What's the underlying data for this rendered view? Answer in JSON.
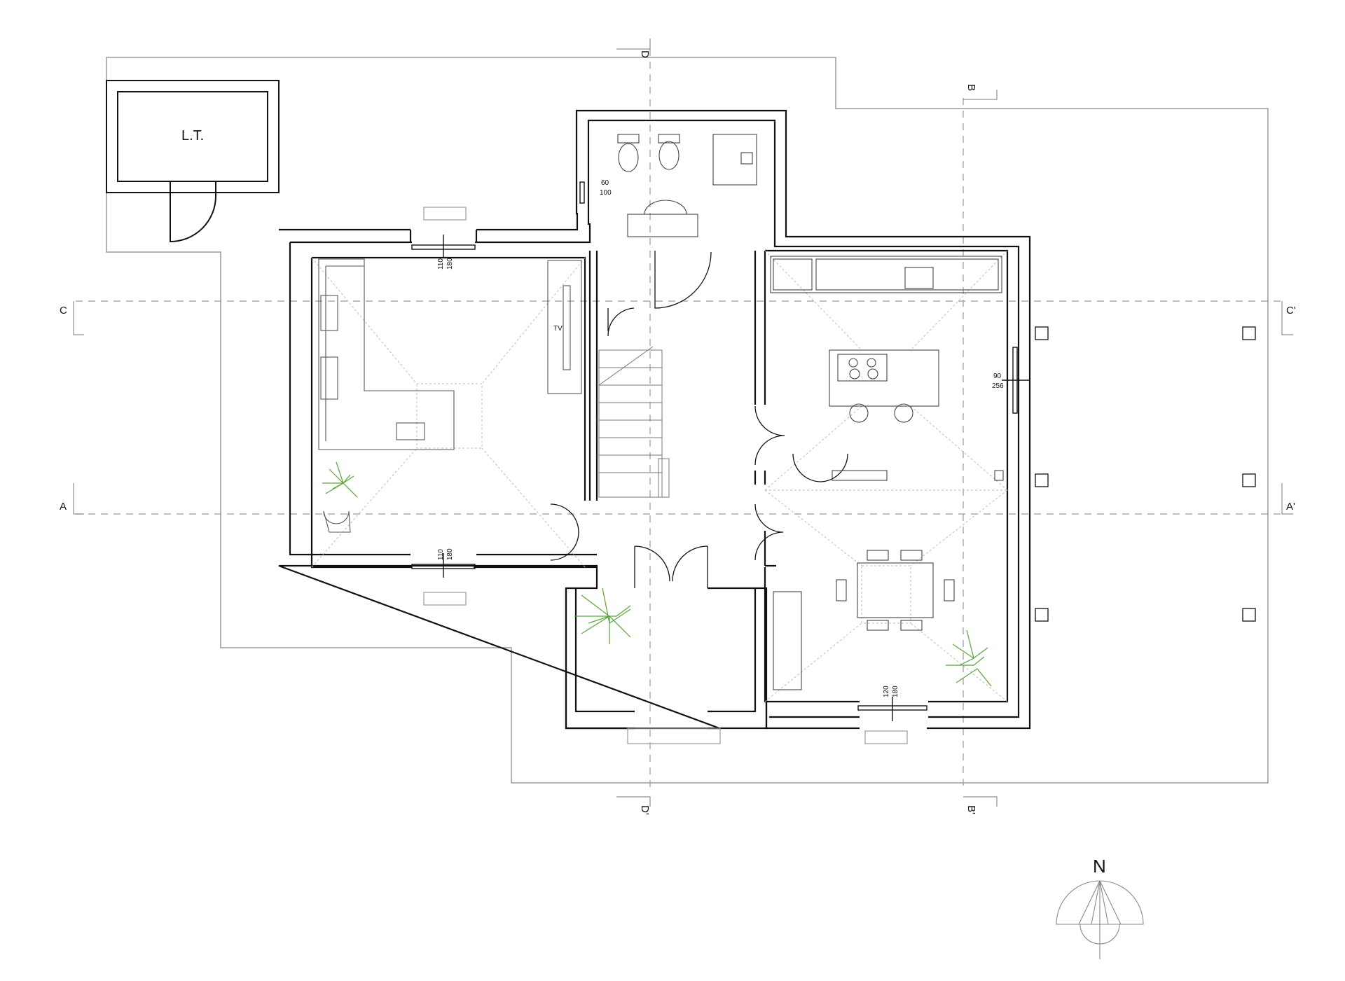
{
  "rooms": {
    "storage_label": "L.T.",
    "tv_label": "TV"
  },
  "sections": {
    "a_left": "A",
    "a_right": "A'",
    "c_left": "C",
    "c_right": "C'",
    "b_top": "B",
    "b_bottom": "B'",
    "d_top": "D",
    "d_bottom": "D'"
  },
  "windows": {
    "bath": {
      "w": "60",
      "h": "100"
    },
    "living_top": {
      "w": "110",
      "h": "180"
    },
    "living_bottom": {
      "w": "110",
      "h": "180"
    },
    "kitchen_east": {
      "w": "90",
      "h": "256"
    },
    "dining_bottom": {
      "w": "120",
      "h": "180"
    }
  },
  "compass": {
    "north_label": "N"
  },
  "colors": {
    "wall": "#111111",
    "furniture": "#444444",
    "guide": "#9a9a9a",
    "plants": "#5aa33a"
  }
}
